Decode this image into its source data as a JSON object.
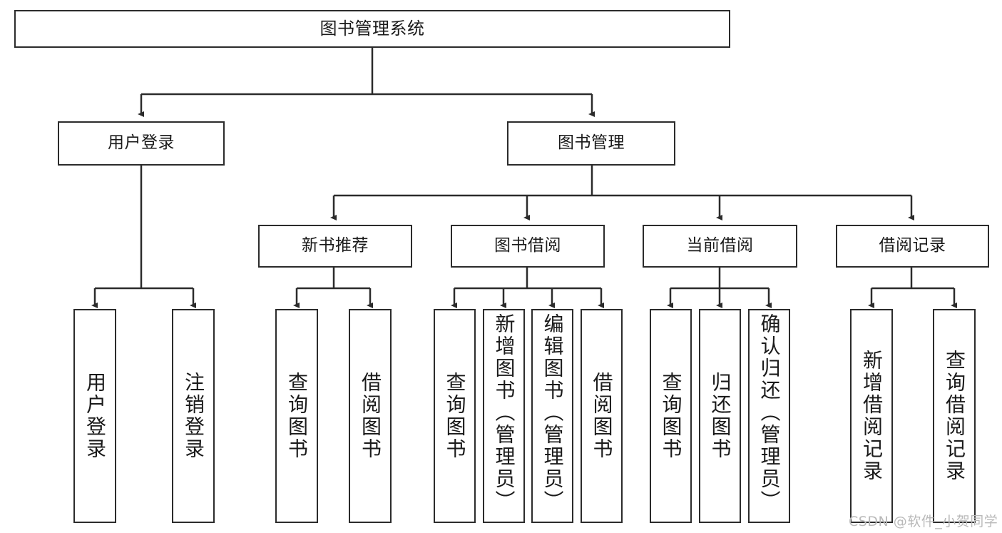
{
  "diagram": {
    "title": "图书管理系统",
    "type": "hierarchy-tree",
    "watermark": "CSDN @软件_小贺同学",
    "colors": {
      "box_border": "#2b2b2b",
      "box_fill": "#ffffff",
      "text": "#1a1a1a",
      "edge": "#2b2b2b",
      "watermark": "#b9b9b9",
      "background": "#ffffff"
    },
    "nodes": {
      "root": {
        "label": "图书管理系统"
      },
      "level2": [
        {
          "label": "用户登录"
        },
        {
          "label": "图书管理"
        }
      ],
      "level3": [
        {
          "label": "新书推荐"
        },
        {
          "label": "图书借阅"
        },
        {
          "label": "当前借阅"
        },
        {
          "label": "借阅记录"
        }
      ],
      "leaves": {
        "user_login": [
          {
            "label": "用户登录"
          },
          {
            "label": "注销登录"
          }
        ],
        "new_book_recommend": [
          {
            "label": "查询图书"
          },
          {
            "label": "借阅图书"
          }
        ],
        "book_borrow": [
          {
            "label": "查询图书"
          },
          {
            "label": "新增图书（管理员）"
          },
          {
            "label": "编辑图书（管理员）"
          },
          {
            "label": "借阅图书"
          }
        ],
        "current_borrow": [
          {
            "label": "查询图书"
          },
          {
            "label": "归还图书"
          },
          {
            "label": "确认归还（管理员）"
          }
        ],
        "borrow_records": [
          {
            "label": "新增借阅记录"
          },
          {
            "label": "查询借阅记录"
          }
        ]
      }
    }
  }
}
